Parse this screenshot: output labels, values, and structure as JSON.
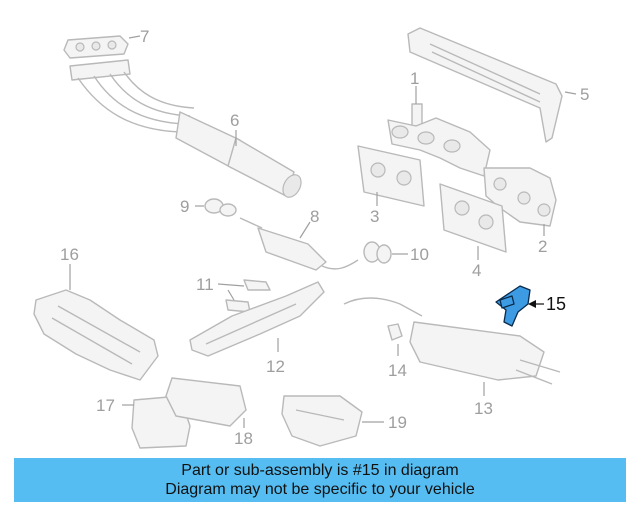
{
  "diagram": {
    "callouts": [
      {
        "id": "1",
        "label": "1"
      },
      {
        "id": "2",
        "label": "2"
      },
      {
        "id": "3",
        "label": "3"
      },
      {
        "id": "4",
        "label": "4"
      },
      {
        "id": "5",
        "label": "5"
      },
      {
        "id": "6",
        "label": "6"
      },
      {
        "id": "7",
        "label": "7"
      },
      {
        "id": "8",
        "label": "8"
      },
      {
        "id": "9",
        "label": "9"
      },
      {
        "id": "10",
        "label": "10"
      },
      {
        "id": "11",
        "label": "11"
      },
      {
        "id": "12",
        "label": "12"
      },
      {
        "id": "13",
        "label": "13"
      },
      {
        "id": "14",
        "label": "14"
      },
      {
        "id": "15",
        "label": "15"
      },
      {
        "id": "16",
        "label": "16"
      },
      {
        "id": "17",
        "label": "17"
      },
      {
        "id": "18",
        "label": "18"
      },
      {
        "id": "19",
        "label": "19"
      }
    ],
    "highlighted_part": "15",
    "colors": {
      "highlight": "#3d9be3",
      "banner": "#55bdf1",
      "line_art": "#b9b9b9"
    }
  },
  "banner": {
    "line1": "Part or sub-assembly is #15 in diagram",
    "line2": "Diagram may not be specific to your vehicle"
  }
}
